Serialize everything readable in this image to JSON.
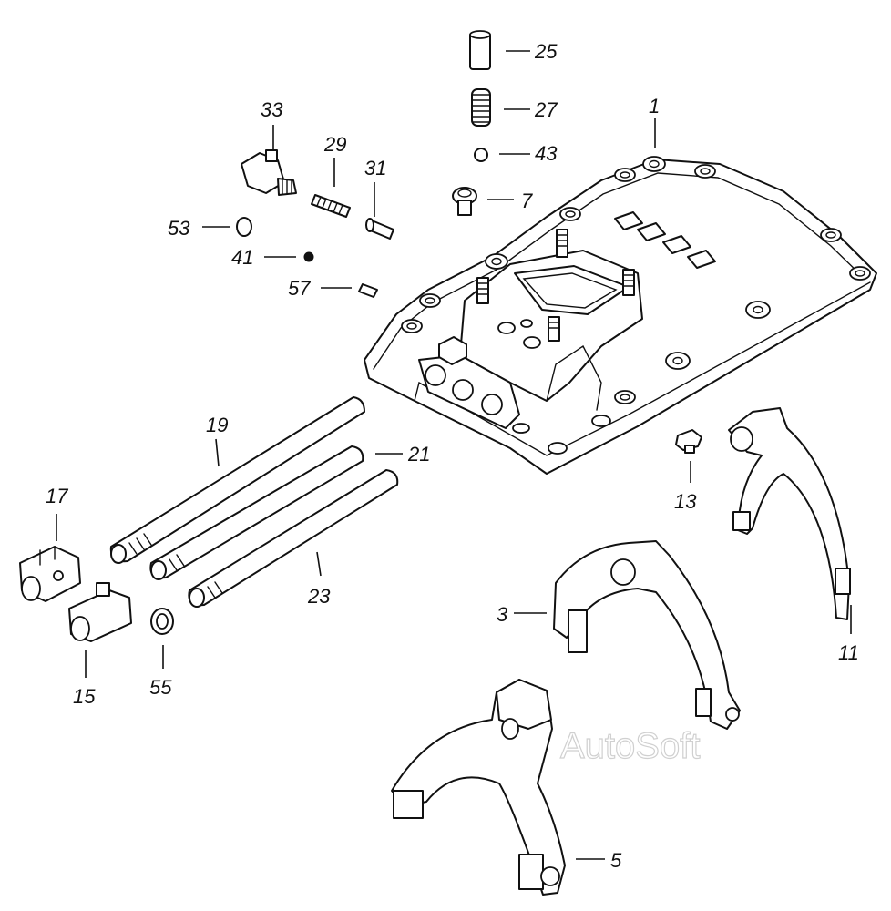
{
  "diagram": {
    "labels": {
      "l1": "1",
      "l3": "3",
      "l5": "5",
      "l7": "7",
      "l11": "11",
      "l13": "13",
      "l15": "15",
      "l17": "17",
      "l19": "19",
      "l21": "21",
      "l23": "23",
      "l25": "25",
      "l27": "27",
      "l29": "29",
      "l31": "31",
      "l33": "33",
      "l41": "41",
      "l43": "43",
      "l53": "53",
      "l55": "55",
      "l57": "57"
    },
    "watermark": "AutoSoft"
  }
}
